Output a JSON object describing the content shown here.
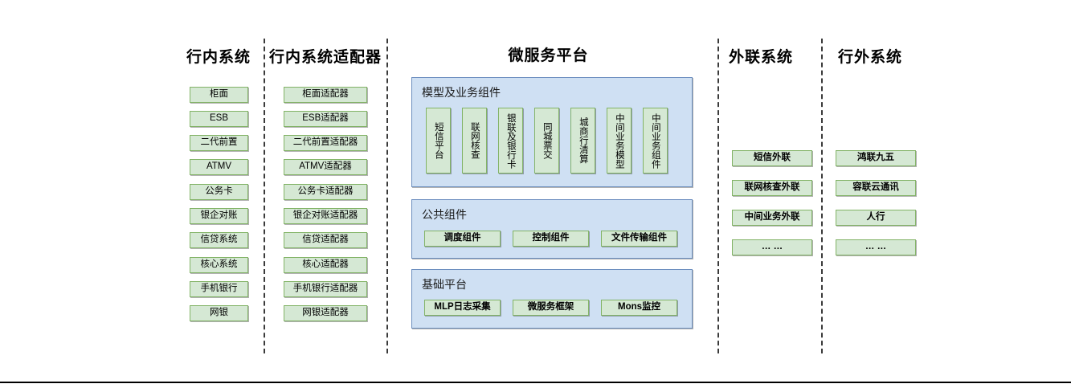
{
  "diagram": {
    "title_columns": [
      {
        "label": "行内系统"
      },
      {
        "label": "行内系统适配器"
      },
      {
        "label": "微服务平台"
      },
      {
        "label": "外联系统"
      },
      {
        "label": "行外系统"
      }
    ],
    "colors": {
      "node_fill": "#d5e8d4",
      "node_border": "#82b366",
      "panel_fill": "#cfe0f3",
      "panel_border": "#6c8ebf",
      "divider": "#3a3a3a",
      "text": "#000000"
    },
    "columns": {
      "internal_systems": {
        "title": "行内系统",
        "items": [
          {
            "label": "柜面"
          },
          {
            "label": "ESB"
          },
          {
            "label": "二代前置"
          },
          {
            "label": "ATMV"
          },
          {
            "label": "公务卡"
          },
          {
            "label": "银企对账"
          },
          {
            "label": "信贷系统"
          },
          {
            "label": "核心系统"
          },
          {
            "label": "手机银行"
          },
          {
            "label": "网银"
          }
        ]
      },
      "internal_adapters": {
        "title": "行内系统适配器",
        "items": [
          {
            "label": "柜面适配器"
          },
          {
            "label": "ESB适配器"
          },
          {
            "label": "二代前置适配器"
          },
          {
            "label": "ATMV适配器"
          },
          {
            "label": "公务卡适配器"
          },
          {
            "label": "银企对账适配器"
          },
          {
            "label": "信贷适配器"
          },
          {
            "label": "核心适配器"
          },
          {
            "label": "手机银行适配器"
          },
          {
            "label": "网银适配器"
          }
        ]
      },
      "microservice_platform": {
        "title": "微服务平台",
        "groups": [
          {
            "name": "模型及业务组件",
            "orientation": "vertical",
            "items": [
              {
                "label": "短信平台"
              },
              {
                "label": "联网核查"
              },
              {
                "label": "银联及银行卡"
              },
              {
                "label": "同城票交"
              },
              {
                "label": "城商行清算"
              },
              {
                "label": "中间业务模型"
              },
              {
                "label": "中间业务组件"
              }
            ]
          },
          {
            "name": "公共组件",
            "orientation": "horizontal",
            "items": [
              {
                "label": "调度组件"
              },
              {
                "label": "控制组件"
              },
              {
                "label": "文件传输组件"
              }
            ]
          },
          {
            "name": "基础平台",
            "orientation": "horizontal",
            "items": [
              {
                "label": "MLP日志采集"
              },
              {
                "label": "微服务框架"
              },
              {
                "label": "Mons监控"
              }
            ]
          }
        ]
      },
      "external_link_systems": {
        "title": "外联系统",
        "items": [
          {
            "label": "短信外联"
          },
          {
            "label": "联网核查外联"
          },
          {
            "label": "中间业务外联"
          },
          {
            "label": "… …"
          }
        ]
      },
      "outside_systems": {
        "title": "行外系统",
        "items": [
          {
            "label": "鸿联九五"
          },
          {
            "label": "容联云通讯"
          },
          {
            "label": "人行"
          },
          {
            "label": "… …"
          }
        ]
      }
    }
  }
}
